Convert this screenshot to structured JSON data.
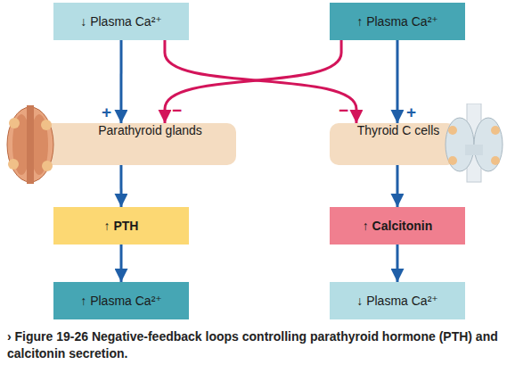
{
  "diagram": {
    "caption": "› Figure 19-26 Negative-feedback loops controlling parathyroid hormone (PTH) and calcitonin secretion.",
    "nodes": [
      {
        "text": [
          "↓ Plasma Ca²⁺"
        ]
      },
      {
        "text": [
          "↑ Plasma Ca²⁺"
        ]
      },
      {
        "text": [
          "Parathyroid glands"
        ]
      },
      {
        "text": [
          "Thyroid C cells"
        ]
      },
      {
        "text": [
          "↑ PTH"
        ]
      },
      {
        "text": [
          "↑ Calcitonin"
        ]
      },
      {
        "text": [
          "↑ Plasma Ca²⁺"
        ]
      },
      {
        "text": [
          "↓ Plasma Ca²⁺"
        ]
      }
    ],
    "edges": [
      {
        "from": 0,
        "to": 2,
        "arrow": "to",
        "label": "+"
      },
      {
        "from": 1,
        "to": 2,
        "arrow": "to",
        "label": "−"
      },
      {
        "from": 0,
        "to": 3,
        "arrow": "to",
        "label": "−"
      },
      {
        "from": 1,
        "to": 3,
        "arrow": "to",
        "label": "+"
      },
      {
        "from": 2,
        "to": 4,
        "arrow": "to"
      },
      {
        "from": 4,
        "to": 6,
        "arrow": "to"
      },
      {
        "from": 3,
        "to": 5,
        "arrow": "to"
      },
      {
        "from": 5,
        "to": 7,
        "arrow": "to"
      }
    ]
  }
}
